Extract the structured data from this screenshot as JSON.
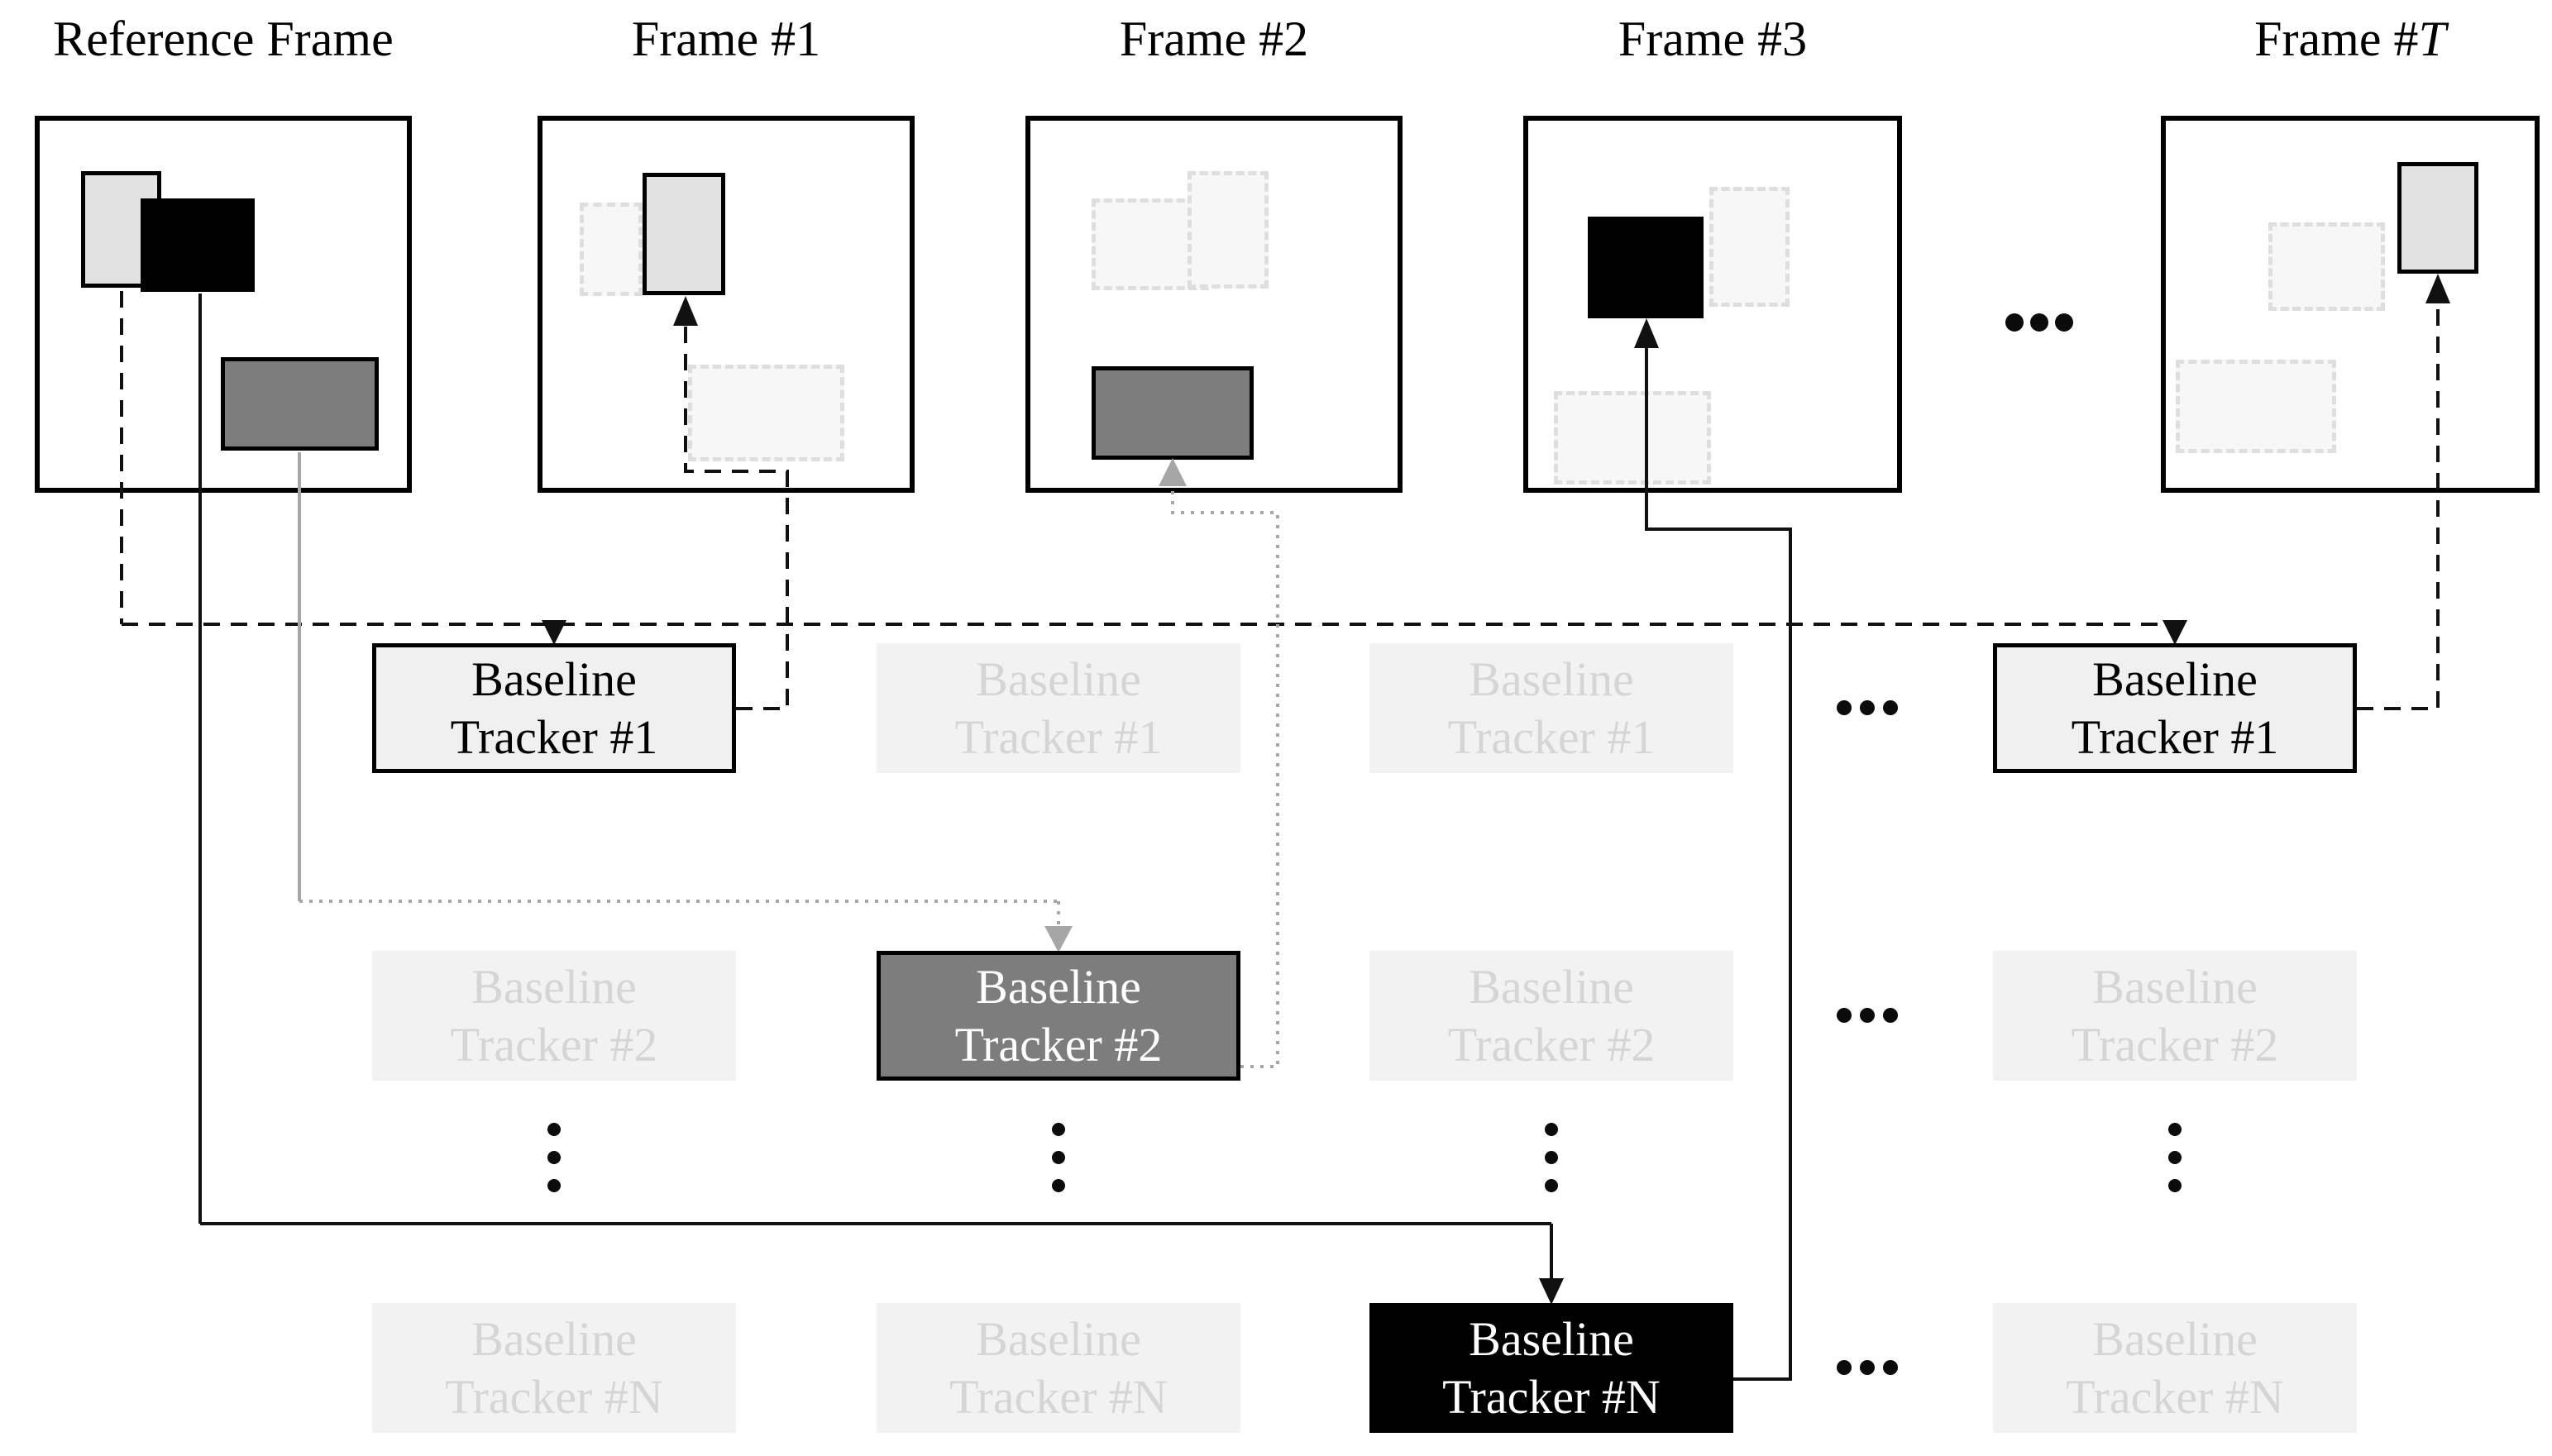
{
  "frames": [
    {
      "label": "Reference Frame",
      "label_var": ""
    },
    {
      "label": "Frame #1",
      "label_var": ""
    },
    {
      "label": "Frame #2",
      "label_var": ""
    },
    {
      "label": "Frame #3",
      "label_var": ""
    },
    {
      "label": "Frame #",
      "label_var": "T"
    }
  ],
  "trackers": {
    "t1": [
      "Baseline",
      "Tracker #1"
    ],
    "t2": [
      "Baseline",
      "Tracker #2"
    ],
    "tn": [
      "Baseline",
      "Tracker #N"
    ]
  },
  "icons": {
    "horizontal_ellipsis": "ellipsis-horizontal-icon",
    "vertical_ellipsis": "ellipsis-vertical-icon",
    "arrow": "arrowhead-icon"
  },
  "colors": {
    "object_light": "#e2e2e2",
    "object_black": "#000000",
    "object_gray": "#7d7d7d",
    "ghost_fill": "#f7f7f7",
    "ghost_border": "#dedede",
    "tracker_faded_fill": "#f2f2f2",
    "tracker_faded_text": "#d5d5d5",
    "line_black": "#111111",
    "line_gray": "#a6a6a6",
    "background": "#ffffff"
  }
}
